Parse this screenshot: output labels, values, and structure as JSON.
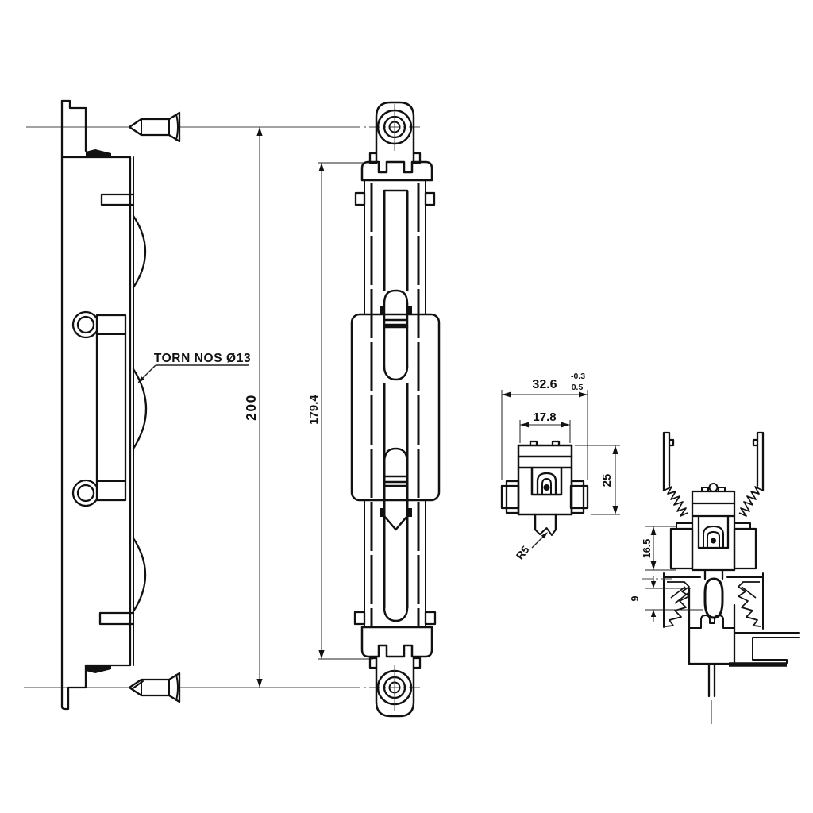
{
  "colors": {
    "line": "#111111",
    "background": "#ffffff"
  },
  "callout": {
    "text": "TORN NOS Ø13"
  },
  "front_view": {
    "dim_overall": "200",
    "dim_body": "179.4"
  },
  "detail_view": {
    "dim_width": "32.6",
    "dim_width_tol_upper": "-0.3",
    "dim_width_tol_lower": "0.5",
    "dim_inner": "17.8",
    "dim_height": "25",
    "dim_radius": "R5"
  },
  "assembly_view": {
    "dim_depth": "16.5",
    "dim_offset": "9"
  }
}
